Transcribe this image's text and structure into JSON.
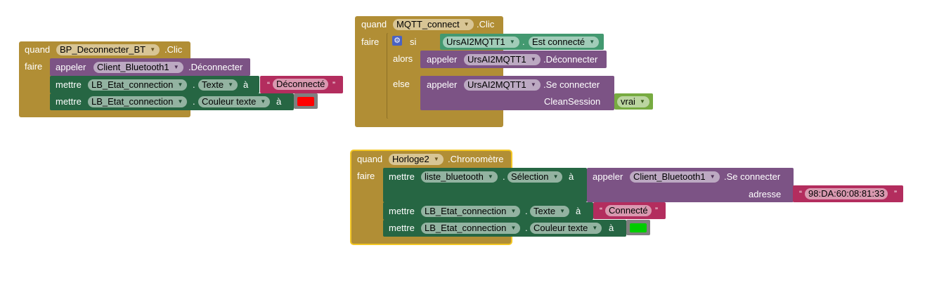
{
  "block1": {
    "event_keyword": "quand",
    "component": "BP_Deconnecter_BT",
    "event": ".Clic",
    "do_keyword": "faire",
    "call": {
      "keyword": "appeler",
      "component": "Client_Bluetooth1",
      "method": ".Déconnecter"
    },
    "set1": {
      "keyword": "mettre",
      "component": "LB_Etat_connection",
      "dot": ".",
      "property": "Texte",
      "to": "à",
      "open_quote": "“",
      "value": "Déconnecté",
      "close_quote": "”"
    },
    "set2": {
      "keyword": "mettre",
      "component": "LB_Etat_connection",
      "dot": ".",
      "property": "Couleur texte",
      "to": "à",
      "color": "#ff0000"
    }
  },
  "block2": {
    "event_keyword": "quand",
    "component": "MQTT_connect",
    "event": ".Clic",
    "do_keyword": "faire",
    "if_keyword": "si",
    "cond": {
      "component": "UrsAI2MQTT1",
      "dot": ".",
      "property": "Est connecté"
    },
    "then_keyword": "alors",
    "then_call": {
      "keyword": "appeler",
      "component": "UrsAI2MQTT1",
      "method": ".Déconnecter"
    },
    "else_keyword": "else",
    "else_call": {
      "keyword": "appeler",
      "component": "UrsAI2MQTT1",
      "method": ".Se connecter",
      "arg_label": "CleanSession",
      "arg_value": "vrai"
    }
  },
  "block3": {
    "event_keyword": "quand",
    "component": "Horloge2",
    "event": ".Chronomètre",
    "do_keyword": "faire",
    "set1": {
      "keyword": "mettre",
      "component": "liste_bluetooth",
      "dot": ".",
      "property": "Sélection",
      "to": "à",
      "call_keyword": "appeler",
      "call_component": "Client_Bluetooth1",
      "call_method": ".Se connecter",
      "arg_label": "adresse",
      "open_quote": "“",
      "arg_value": "98:DA:60:08:81:33",
      "close_quote": "”"
    },
    "set2": {
      "keyword": "mettre",
      "component": "LB_Etat_connection",
      "dot": ".",
      "property": "Texte",
      "to": "à",
      "open_quote": "“",
      "value": "Connecté",
      "close_quote": "”"
    },
    "set3": {
      "keyword": "mettre",
      "component": "LB_Etat_connection",
      "dot": ".",
      "property": "Couleur texte",
      "to": "à",
      "color": "#00cc00"
    }
  },
  "colors": {
    "event": "#b18e35",
    "call": "#7c5385",
    "set": "#266643",
    "text": "#b32d5e",
    "component": "#439970",
    "logic": "#77ab41",
    "selected_outline": "#f3c623"
  },
  "icons": {
    "dropdown": "triangle-down-icon",
    "mutator": "gear-icon"
  }
}
